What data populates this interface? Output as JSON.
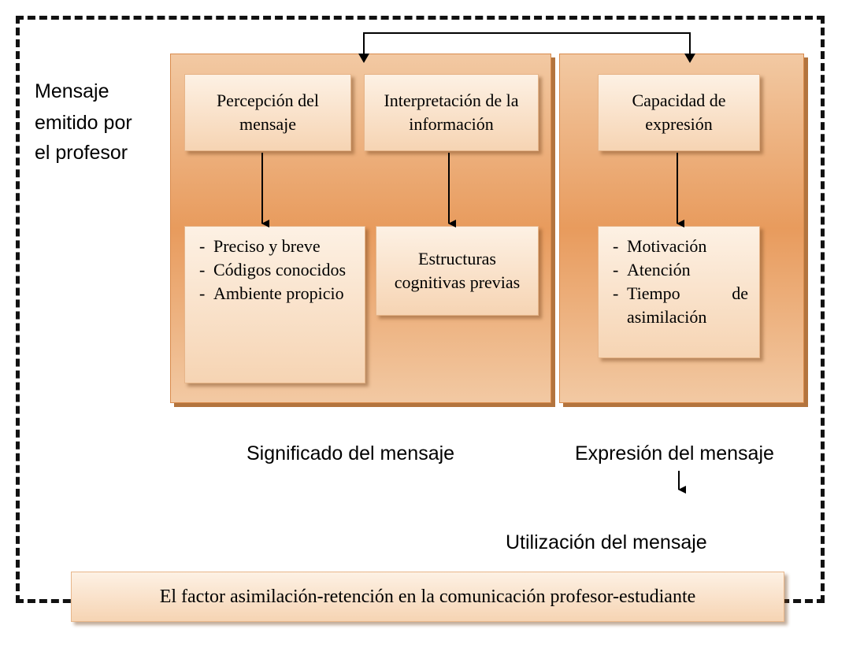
{
  "side_label": {
    "line1": "Mensaje",
    "line2": "emitido por",
    "line3": "el profesor"
  },
  "significado_panel": {
    "percepcion": "Percepción del mensaje",
    "interpretacion": "Interpretación de la información",
    "percepcion_details": [
      "Preciso y breve",
      "Códigos conocidos",
      "Ambiente propicio"
    ],
    "interpretacion_detail": "Estructuras cognitivas previas",
    "label": "Significado del mensaje"
  },
  "expresion_panel": {
    "capacidad": "Capacidad de expresión",
    "details": [
      "Motivación",
      "Atención",
      "Tiempo de asimilación"
    ],
    "label": "Expresión del mensaje"
  },
  "utilizacion_label": "Utilización del mensaje",
  "bottom_title": "El factor asimilación-retención en la comunicación profesor-estudiante",
  "colors": {
    "panel_orange": "#e89b5d",
    "box_light": "#fdf1e4",
    "frame_dash": "#111111"
  }
}
